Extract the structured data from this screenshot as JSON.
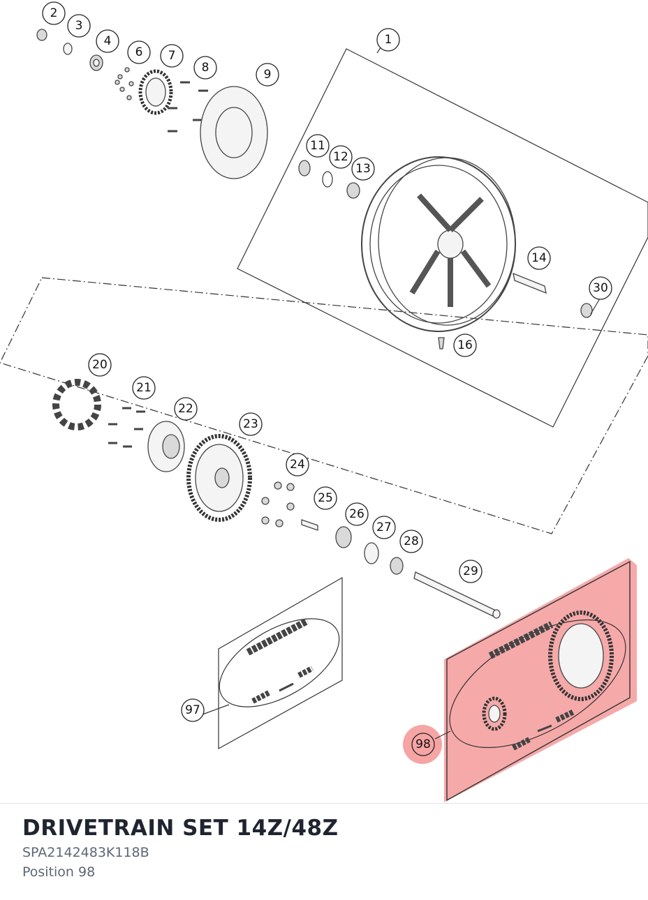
{
  "callouts": [
    {
      "n": "2"
    },
    {
      "n": "3"
    },
    {
      "n": "4"
    },
    {
      "n": "6"
    },
    {
      "n": "7"
    },
    {
      "n": "8"
    },
    {
      "n": "9"
    },
    {
      "n": "1"
    },
    {
      "n": "11"
    },
    {
      "n": "12"
    },
    {
      "n": "13"
    },
    {
      "n": "14"
    },
    {
      "n": "30"
    },
    {
      "n": "16"
    },
    {
      "n": "20"
    },
    {
      "n": "21"
    },
    {
      "n": "22"
    },
    {
      "n": "23"
    },
    {
      "n": "24"
    },
    {
      "n": "25"
    },
    {
      "n": "26"
    },
    {
      "n": "27"
    },
    {
      "n": "28"
    },
    {
      "n": "29"
    },
    {
      "n": "97"
    },
    {
      "n": "98"
    }
  ],
  "highlight": {
    "color": "#f59a9a",
    "selected": "98"
  },
  "part": {
    "name": "DRIVETRAIN SET 14Z/48Z",
    "number": "SPA2142483K118B",
    "position": "Position 98"
  }
}
